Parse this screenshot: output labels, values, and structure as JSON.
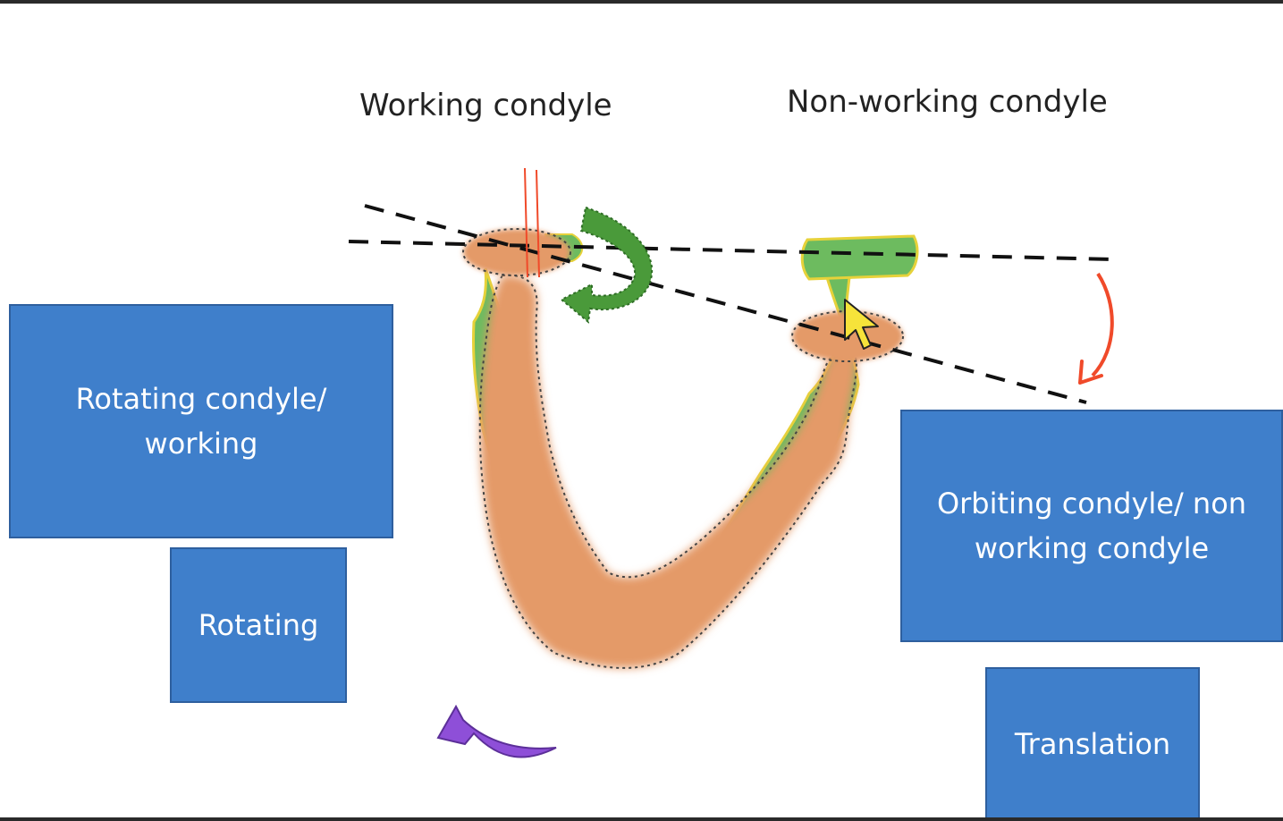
{
  "headings": {
    "working": "Working condyle",
    "non_working": "Non-working condyle"
  },
  "boxes": {
    "rotating_working": "Rotating condyle/ working",
    "rotating": "Rotating",
    "orbiting": "Orbiting condyle/ non working condyle",
    "translation": "Translation"
  },
  "colors": {
    "box_fill": "#3f7fcb",
    "mandible_original": "#6dbb5f",
    "mandible_moved": "#e49a68",
    "rotation_arrow": "#4a9a3a",
    "swing_arrow": "#f04a2a",
    "bottom_arrow": "#8e4fd8",
    "cursor": "#f6e33a"
  },
  "icons": {
    "rotation_arrow": "curved-rotation-arrow",
    "swing_arrow": "curved-down-arrow",
    "bottom_arrow": "curved-left-arrow",
    "cursor": "mouse-pointer"
  }
}
